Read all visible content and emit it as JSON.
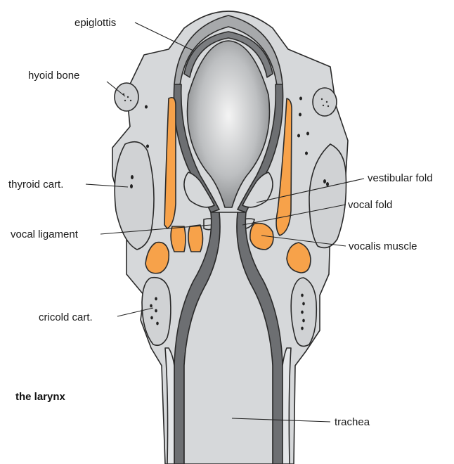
{
  "labels": {
    "epiglottis": "epiglottis",
    "hyoid_bone": "hyoid bone",
    "thyroid_cart": "thyroid cart.",
    "vocal_ligament": "vocal ligament",
    "cricoid_cart": "cricold cart.",
    "vestibular_fold": "vestibular fold",
    "vocal_fold": "vocal fold",
    "vocalis_muscle": "vocalis muscle",
    "trachea": "trachea"
  },
  "caption": "the larynx",
  "colors": {
    "tissue": "#d6d8da",
    "cartilage": "#cfd1d3",
    "dark": "#6d6f72",
    "mid": "#9a9c9f",
    "muscle": "#f7a24a",
    "cavity_center": "#f2f2f2",
    "cavity_edge": "#8a8c8e"
  }
}
